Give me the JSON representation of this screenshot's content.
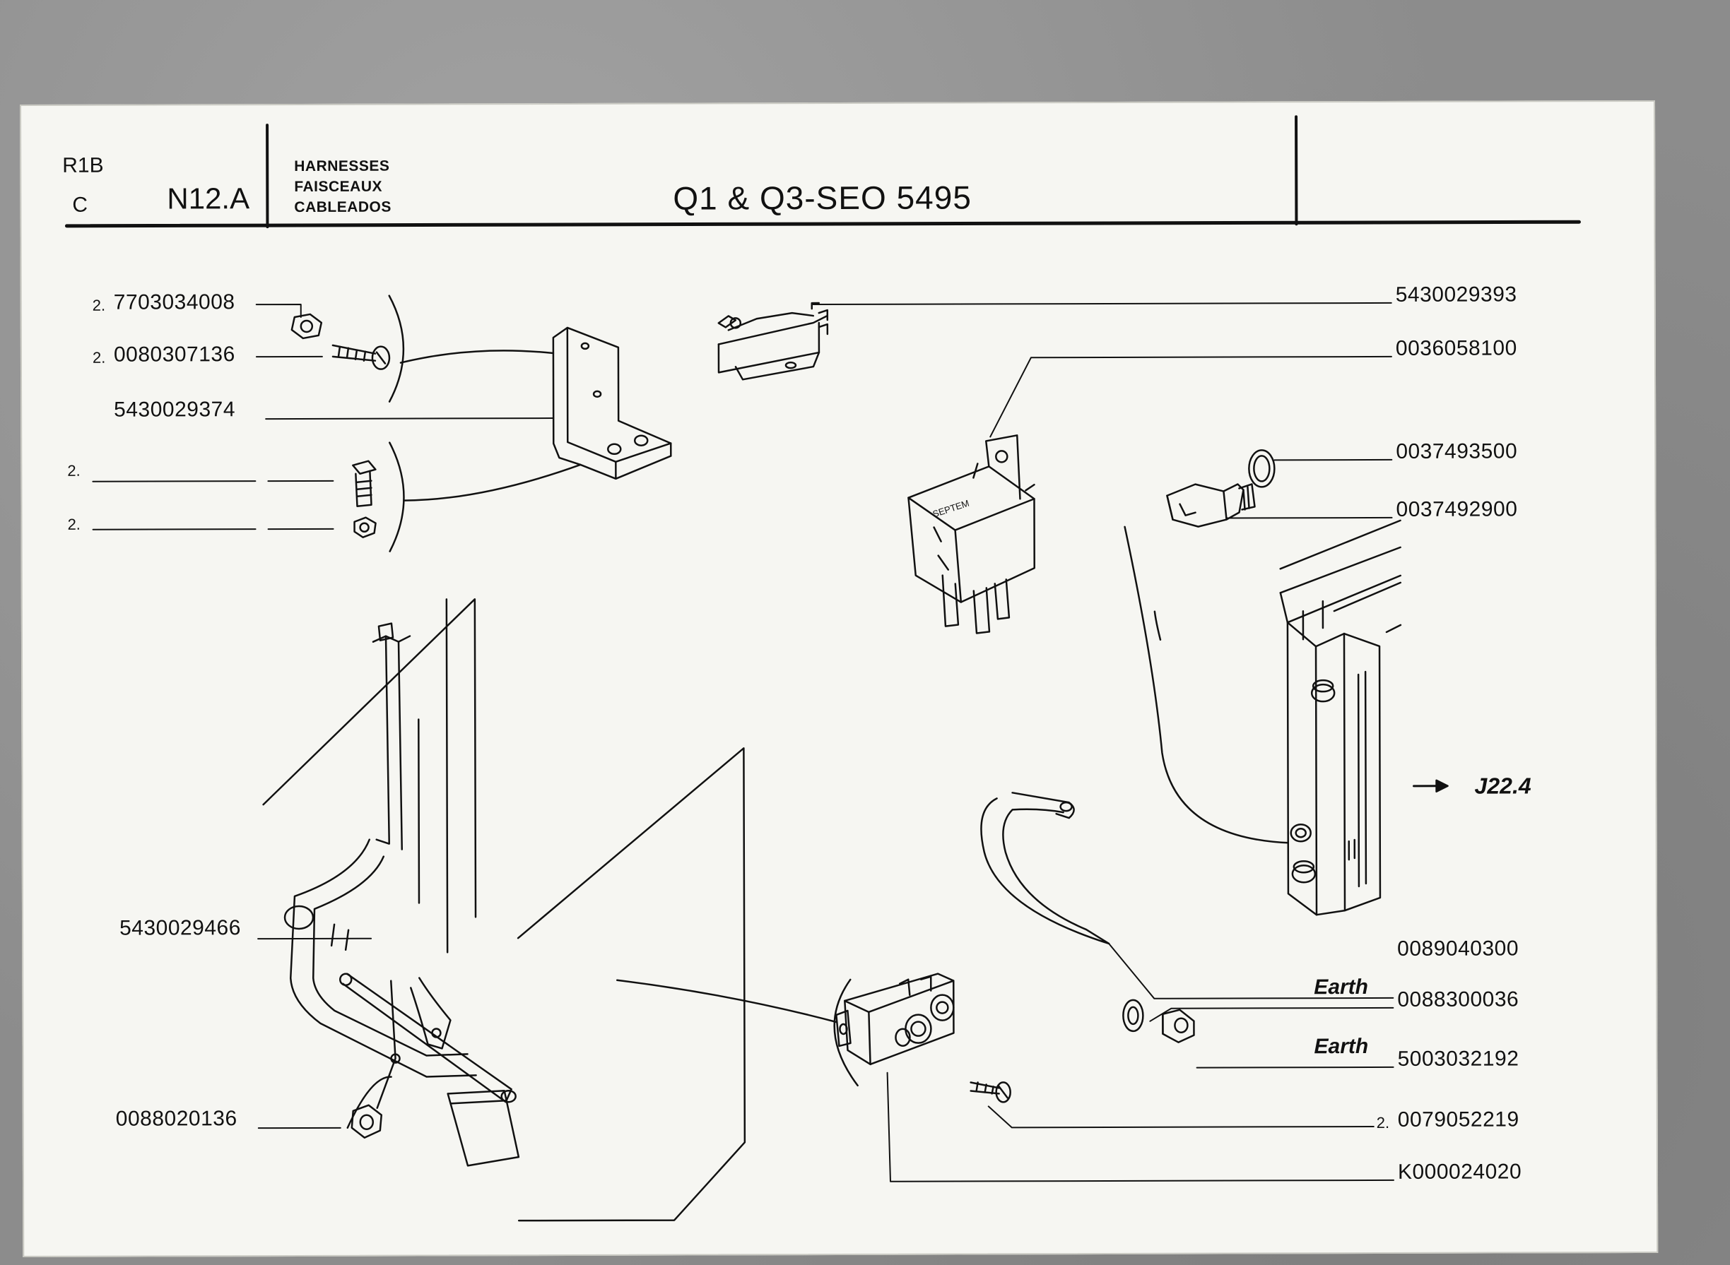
{
  "header": {
    "corner_top": "R1B",
    "corner_bottom": "C",
    "section_ref": "N12.A",
    "section_names": [
      "HARNESSES",
      "FAISCEAUX",
      "CABLEADOS"
    ],
    "title": "Q1 & Q3-SEO 5495"
  },
  "parts_left": [
    {
      "qty": "2.",
      "code": "7703034008"
    },
    {
      "qty": "2.",
      "code": "0080307136"
    },
    {
      "qty": "",
      "code": "5430029374"
    },
    {
      "qty": "2.",
      "code": ""
    },
    {
      "qty": "2.",
      "code": ""
    },
    {
      "qty": "",
      "code": "5430029466"
    },
    {
      "qty": "",
      "code": "0088020136"
    }
  ],
  "parts_right": [
    {
      "qty": "",
      "code": "5430029393",
      "note": ""
    },
    {
      "qty": "",
      "code": "0036058100",
      "note": ""
    },
    {
      "qty": "",
      "code": "0037493500",
      "note": ""
    },
    {
      "qty": "",
      "code": "0037492900",
      "note": ""
    },
    {
      "qty": "",
      "code": "0089040300",
      "note": ""
    },
    {
      "qty": "",
      "code": "0088300036",
      "note": "Earth"
    },
    {
      "qty": "",
      "code": "5003032192",
      "note": "Earth"
    },
    {
      "qty": "2.",
      "code": "0079052219",
      "note": ""
    },
    {
      "qty": "",
      "code": "K000024020",
      "note": ""
    }
  ],
  "cross_reference": "J22.4",
  "colors": {
    "ink": "#111111",
    "paper": "#f6f6f2",
    "backdrop": "#8c8c8c"
  }
}
